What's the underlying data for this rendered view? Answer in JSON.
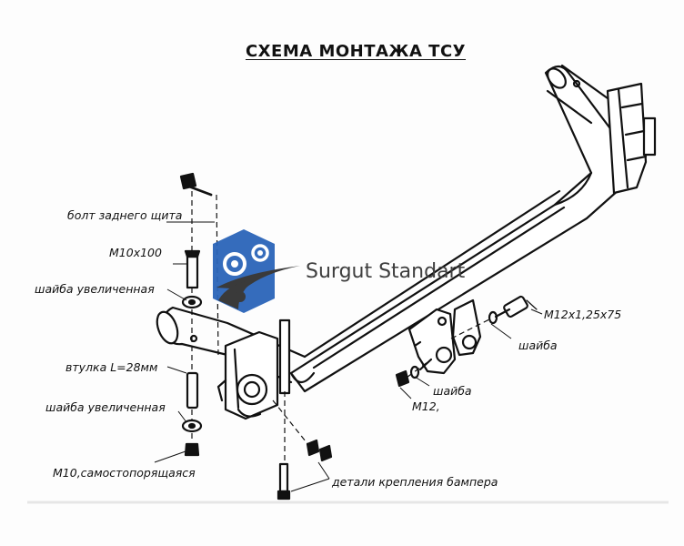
{
  "title": "СХЕМА МОНТАЖА ТСУ",
  "labels": {
    "rear_panel_bolt": "болт заднего щита",
    "m10x100": "М10х100",
    "washer_enlarged_top": "шайба увеличенная",
    "sleeve": "втулка L=28мм",
    "washer_enlarged_bottom": "шайба увеличенная",
    "m10_selflocking": "М10,самостопорящаяся",
    "m12x125x75": "М12х1,25х75",
    "washer_right": "шайба",
    "washer_center": "шайба",
    "m12": "М12,",
    "bumper_fasteners": "детали крепления бампера"
  },
  "watermark": {
    "text": "Surgut Standart",
    "logo_icon": "gears-car-logo-icon",
    "colors": {
      "blue": "#2a64b8",
      "dark": "#3a3a3a"
    }
  }
}
